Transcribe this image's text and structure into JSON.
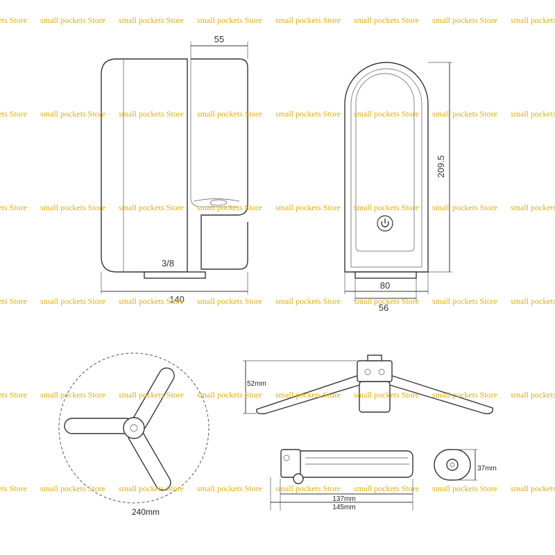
{
  "watermark": {
    "text": "small pockets Store",
    "color": "#e2ad00"
  },
  "dimensions": {
    "side_top_width": "55",
    "side_bottom_width": "140",
    "thread_size": "3/8",
    "front_height": "209.5",
    "front_bottom_width": "80",
    "front_base_width": "56",
    "tripod_spread": "240mm",
    "tripod_height": "52mm",
    "folded_length_inner": "137mm",
    "folded_length_outer": "145mm",
    "folded_diameter": "37mm"
  },
  "icons": {
    "power_button": "power-icon"
  }
}
